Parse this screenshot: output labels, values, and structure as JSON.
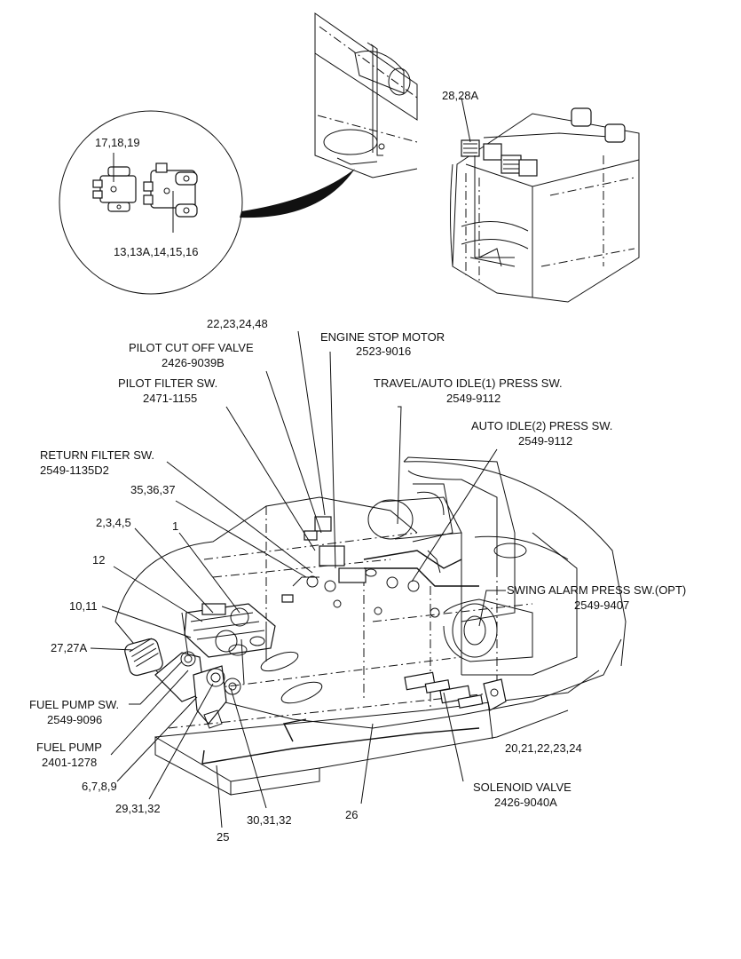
{
  "labels": {
    "detail_top": "17,18,19",
    "detail_bottom": "13,13A,14,15,16",
    "cab_lights": "28,28A",
    "l_22_48": "22,23,24,48",
    "pilot_cutoff_name": "PILOT CUT OFF VALVE",
    "pilot_cutoff_num": "2426-9039B",
    "engine_stop_name": "ENGINE STOP MOTOR",
    "engine_stop_num": "2523-9016",
    "pilot_filter_name": "PILOT FILTER SW.",
    "pilot_filter_num": "2471-1155",
    "travel_name": "TRAVEL/AUTO IDLE(1) PRESS SW.",
    "travel_num": "2549-9112",
    "auto_idle2_name": "AUTO IDLE(2) PRESS SW.",
    "auto_idle2_num": "2549-9112",
    "return_filter_name": "RETURN FILTER SW.",
    "return_filter_num": "2549-1135D2",
    "l_35_37": "35,36,37",
    "l_2_5": "2,3,4,5",
    "l_1": "1",
    "l_12": "12",
    "l_10_11": "10,11",
    "swing_alarm_name": "SWING ALARM PRESS SW.(OPT)",
    "swing_alarm_num": "2549-9407",
    "l_27": "27,27A",
    "fuel_pump_sw_name": "FUEL PUMP SW.",
    "fuel_pump_sw_num": "2549-9096",
    "fuel_pump_name": "FUEL PUMP",
    "fuel_pump_num": "2401-1278",
    "l_20_24": "20,21,22,23,24",
    "l_6_9": "6,7,8,9",
    "solenoid_name": "SOLENOID VALVE",
    "solenoid_num": "2426-9040A",
    "l_29": "29,31,32",
    "l_26": "26",
    "l_30": "30,31,32",
    "l_25": "25"
  }
}
